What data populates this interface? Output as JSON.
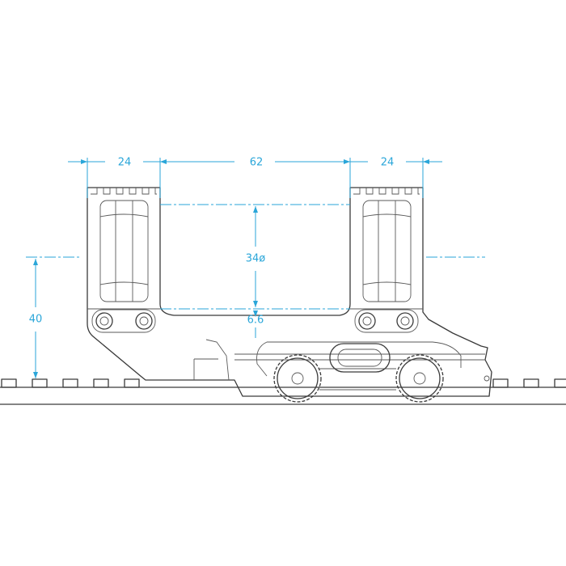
{
  "drawing": {
    "dimensions": {
      "left_ring_width": "24",
      "ring_spacing": "62",
      "right_ring_width": "24",
      "tube_diameter": "34ø",
      "ring_gap": "6.6",
      "center_height": "40"
    },
    "colors": {
      "dimension": "#2aa6d9",
      "outline": "#3a3a3a"
    }
  }
}
